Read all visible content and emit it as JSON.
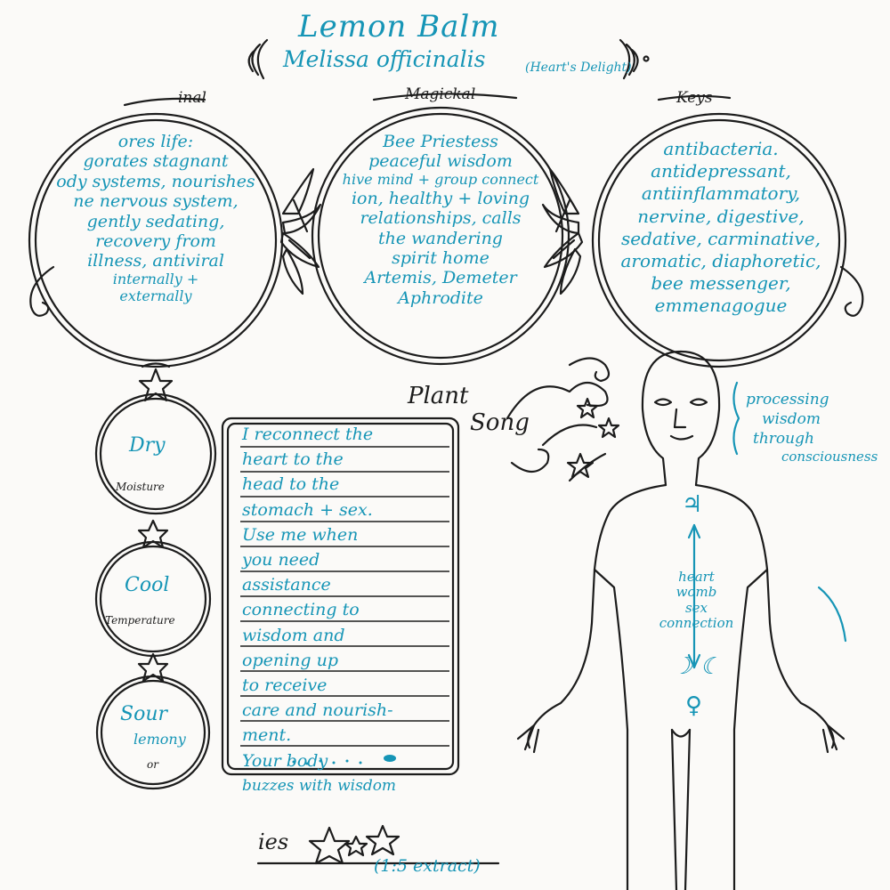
{
  "header": {
    "title": "Lemon Balm",
    "latin": "Melissa officinalis",
    "common_name": "(Heart's Delight)"
  },
  "sections": {
    "medicinal": {
      "heading": "inal",
      "lines": [
        "ores life:",
        "gorates stagnant",
        "ody systems, nourishes",
        "ne nervous system,",
        "gently sedating,",
        "recovery from",
        "illness, antiviral",
        "internally +",
        "externally"
      ]
    },
    "magickal": {
      "heading": "Magickal",
      "lines": [
        "Bee Priestess",
        "peaceful wisdom",
        "hive mind + group connect",
        "ion, healthy + loving",
        "relationships, calls",
        "the wandering",
        "spirit home",
        "Artemis, Demeter",
        "Aphrodite"
      ]
    },
    "keys": {
      "heading": "Keys",
      "lines": [
        "antibacteria.",
        "antidepressant,",
        "antiinflammatory,",
        "nervine, digestive,",
        "sedative, carminative,",
        "aromatic, diaphoretic,",
        "bee messenger,",
        "emmenagogue"
      ]
    }
  },
  "qualities": [
    {
      "value": "Dry",
      "label": "Moisture"
    },
    {
      "value": "Cool",
      "label": "Temperature"
    },
    {
      "value": "Sour",
      "sub": "lemony",
      "label": "or"
    }
  ],
  "plant_song": {
    "heading_1": "Plant",
    "heading_2": "Song",
    "lines": [
      "I reconnect the",
      "heart to the",
      "head to the",
      "stomach + sex.",
      "Use me when",
      "you need",
      "assistance",
      "connecting to",
      "wisdom and",
      "opening up",
      "to receive",
      "care and nourish-",
      "ment.",
      "Your body",
      "buzzes with wisdom"
    ]
  },
  "body_notes": {
    "side_note": [
      "processing",
      "wisdom",
      "through",
      "consciousness"
    ],
    "connection": [
      "heart",
      "womb",
      "sex",
      "connection"
    ],
    "symbols": {
      "jupiter": "♃",
      "moons": "☽ ☾",
      "venus": "♀"
    }
  },
  "footer": {
    "label": "ies",
    "dosage": "(1:5 extract)"
  },
  "colors": {
    "ink": "#1c1c1c",
    "blue": "#1695b6",
    "paper": "#fbfaf8"
  }
}
